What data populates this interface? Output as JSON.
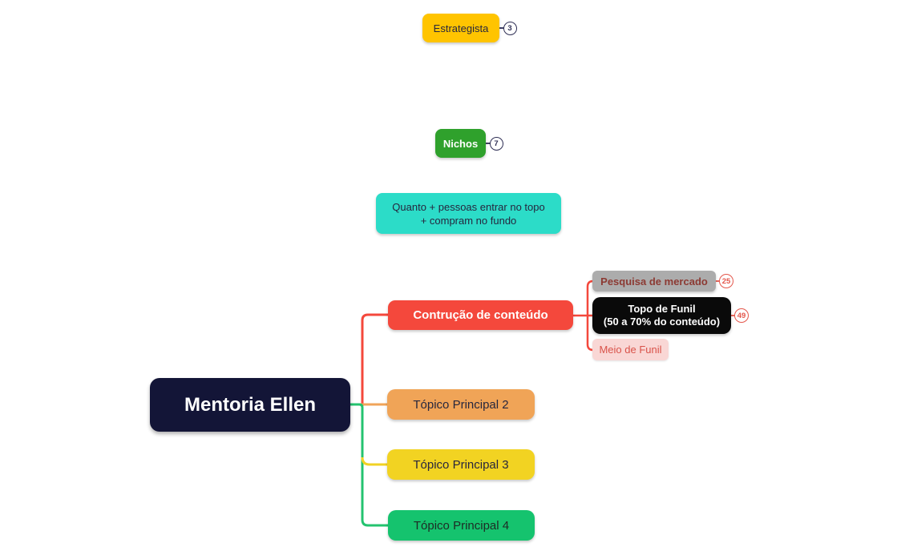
{
  "app": {
    "kind": "mind-map-canvas"
  },
  "nodes": {
    "estrategista": {
      "label": "Estrategista",
      "badge": "3",
      "color": "#FFC400"
    },
    "nichos": {
      "label": "Nichos",
      "badge": "7",
      "color": "#2FA12C"
    },
    "nota_funil": {
      "line1": "Quanto + pessoas entrar no topo",
      "line2": "+ compram no fundo",
      "color": "#2CDCC8"
    },
    "construcao": {
      "label": "Contrução de conteúdo",
      "color": "#F4483C"
    },
    "pesquisa": {
      "label": "Pesquisa de mercado",
      "badge": "25",
      "color": "#ACACAC"
    },
    "topo_funil": {
      "line1": "Topo de Funil",
      "line2": "(50 a 70% do conteúdo)",
      "badge": "49",
      "color": "#0A0A0A"
    },
    "meio_funil": {
      "label": "Meio de Funil",
      "color": "#F9D7D5"
    },
    "root": {
      "label": "Mentoria Ellen",
      "color": "#131537"
    },
    "topico2": {
      "label": "Tópico Principal 2",
      "color": "#F0A457"
    },
    "topico3": {
      "label": "Tópico Principal 3",
      "color": "#F2D322"
    },
    "topico4": {
      "label": "Tópico Principal 4",
      "color": "#15C36E"
    }
  },
  "connector_colors": {
    "red": "#F4483C",
    "orange": "#F0A459",
    "yellow": "#F1D224",
    "green": "#24C36F",
    "navy_badge": "#2E2E54",
    "red_badge": "#E4574C"
  }
}
